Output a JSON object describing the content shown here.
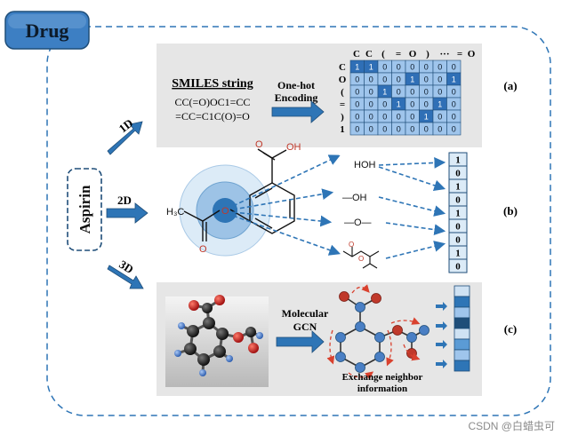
{
  "title": "Drug",
  "molecule": "Aspirin",
  "branches": [
    "1D",
    "2D",
    "3D"
  ],
  "panel_a": {
    "heading": "SMILES string",
    "smiles_lines": [
      "CC(=O)OC1=CC",
      "=CC=C1C(O)=O"
    ],
    "encoding_label": [
      "One-hot",
      "Encoding"
    ],
    "column_headers": [
      "C",
      "C",
      "(",
      "=",
      "O",
      ")",
      "···",
      "=",
      "O"
    ],
    "row_headers": [
      "C",
      "O",
      "(",
      "=",
      ")",
      "1"
    ],
    "matrix": [
      [
        "1",
        "1",
        "0",
        "0",
        "0",
        "0",
        "0",
        "0"
      ],
      [
        "0",
        "0",
        "0",
        "0",
        "1",
        "0",
        "0",
        "1"
      ],
      [
        "0",
        "0",
        "1",
        "0",
        "0",
        "0",
        "0",
        "0"
      ],
      [
        "0",
        "0",
        "0",
        "1",
        "0",
        "0",
        "1",
        "0"
      ],
      [
        "0",
        "0",
        "0",
        "0",
        "0",
        "1",
        "0",
        "0"
      ],
      [
        "0",
        "0",
        "0",
        "0",
        "0",
        "0",
        "0",
        "0"
      ]
    ],
    "tag": "(a)"
  },
  "panel_b": {
    "struct_labels": {
      "oh": "OH",
      "o": "O",
      "o2": "O",
      "h3c": "H₃C"
    },
    "fragments": [
      "HOH",
      "—OH",
      "—O—"
    ],
    "fingerprint": [
      "1",
      "0",
      "1",
      "0",
      "1",
      "0",
      "0",
      "1",
      "0"
    ],
    "tag": "(b)"
  },
  "panel_c": {
    "gcn_label": [
      "Molecular",
      "GCN"
    ],
    "caption": [
      "Exchange neighbor",
      "information"
    ],
    "tag": "(c)"
  },
  "watermark": "CSDN @白蜡虫可",
  "colors": {
    "accent_blue": "#2e75b6",
    "title_fill": "#3d7fc3",
    "panel_gray": "#e6e6e6",
    "cell_light": "#9fc5ec",
    "cell_dark": "#2f6fb6",
    "node_blue": "#4a7fc4",
    "node_red": "#c0392b"
  }
}
